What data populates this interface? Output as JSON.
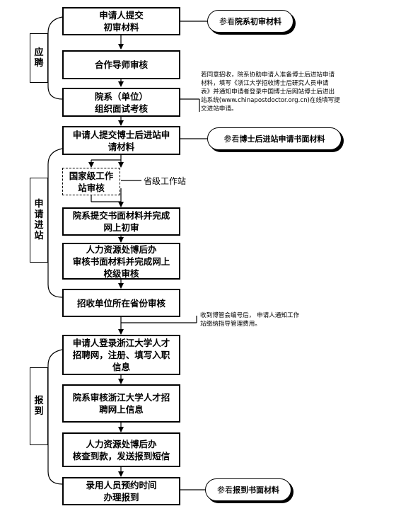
{
  "steps": {
    "s1": "申请人提交\n初审材料",
    "s2": "合作导师审核",
    "s3": "院系（单位）\n组织面试考核",
    "s4": "申请人提交博士后进站申\n请材料",
    "s5": "国家级工作\n站审核",
    "s5b": "省级工作站",
    "s6": "院系提交书面材料并完成\n网上初审",
    "s7": "人力资源处博后办\n审核书面材料并完成网上\n校级审核",
    "s8": "招收单位所在省份审核",
    "s9": "申请人登录浙江大学人才\n招聘网，注册、填写入职\n信息",
    "s10": "院系审核浙江大学人才招\n聘网上信息",
    "s11": "人力资源处博后办\n核查到款，发送报到短信",
    "s12": "录用人员预约时间\n办理报到"
  },
  "phases": {
    "p1": "应\n聘",
    "p2": "申\n请\n进\n站",
    "p3": "报\n到"
  },
  "refs": {
    "r1_prefix": "参看",
    "r1_bold": "院系初审材料",
    "r2_prefix": "参看",
    "r2_bold": "博士后进站申请书面材料",
    "r3_prefix": "参看",
    "r3_bold": "报到书面材料"
  },
  "notes": {
    "n1": "若同意招收，院系协助申请人准备博士后进站申请\n材料，填写《浙江大学招收博士后研究人员申请\n表》并通知申请者登录中国博士后网站博士后进出\n站系统(www.chinapostdoctor.org.cn)在线填写提\n交进站申请。",
    "n2": "收到博管会编号后， 申请人通知工作\n站缴纳指导管理费用。"
  }
}
